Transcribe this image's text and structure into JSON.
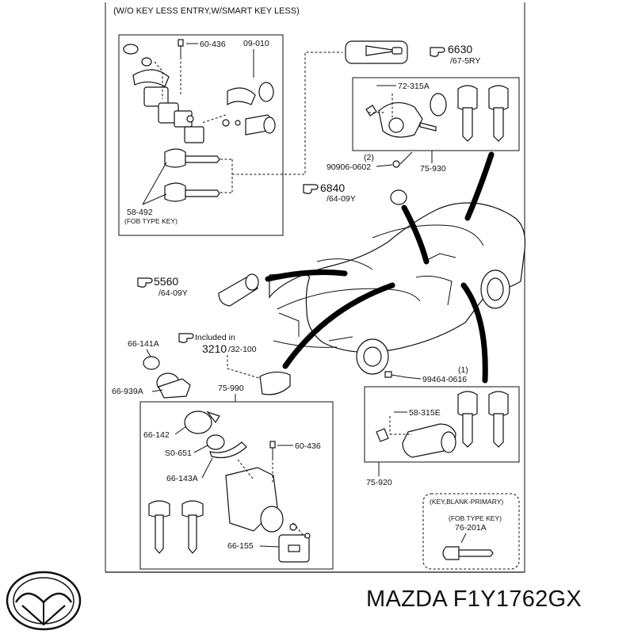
{
  "header": {
    "title": "(W/O KEY LESS ENTRY,W/SMART KEY LESS)"
  },
  "labels": {
    "p60436_top": "60-436",
    "p09010": "09-010",
    "p6630": "6630",
    "p675RY": "/67-5RY",
    "p72315A": "72-315A",
    "p2": "(2)",
    "p90906": "90906-0602",
    "p75930": "75-930",
    "p6840": "6840",
    "p6409Y_a": "/64-09Y",
    "p58492": "58-492",
    "fob1": "(FOB TYPE KEY)",
    "p5560": "5560",
    "p6409Y_b": "/64-09Y",
    "p66141A": "66-141A",
    "included": "Included in",
    "p3210": "3210",
    "p32100": "/32-100",
    "p66939A": "66-939A",
    "p75990": "75-990",
    "p1": "(1)",
    "p99464": "99464-0616",
    "p58315E": "58-315E",
    "p66142": "66-142",
    "p60436_bot": "60-436",
    "pS0651": "S0-651",
    "p66143A": "66-143A",
    "p75920": "75-920",
    "keyblank": "(KEY,BLANK-PRIMARY)",
    "fob2": "(FOB TYPE KEY)",
    "p76201A": "76-201A",
    "p66155": "66-155"
  },
  "footer": {
    "brand_part": "MAZDA F1Y1762GX"
  },
  "icons": [
    "mazda-logo-icon",
    "pointing-hand-icon"
  ],
  "colors": {
    "ink": "#111111",
    "background": "#ffffff"
  }
}
